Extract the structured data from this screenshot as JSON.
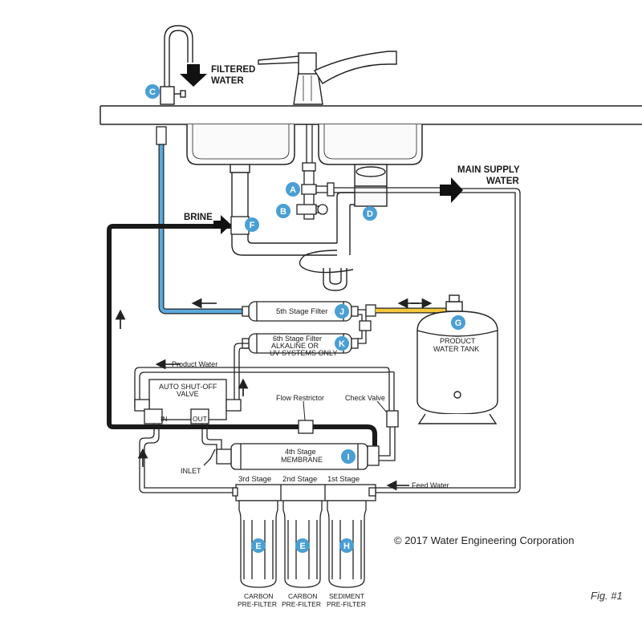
{
  "labels": {
    "filtered_water_1": "FILTERED",
    "filtered_water_2": "WATER",
    "main_supply_1": "MAIN SUPPLY",
    "main_supply_2": "WATER",
    "brine": "BRINE",
    "fifth_stage": "5th Stage Filter",
    "sixth_stage_1": "6th Stage Filter",
    "sixth_stage_2": "ALKALINE OR",
    "sixth_stage_3": "UV SYSTEMS ONLY",
    "product_tank_1": "PRODUCT",
    "product_tank_2": "WATER TANK",
    "product_water": "Product Water",
    "auto_shutoff_1": "AUTO SHUT-OFF",
    "auto_shutoff_2": "VALVE",
    "in": "IN",
    "out": "OUT",
    "flow_restrictor": "Flow Restrictor",
    "check_valve": "Check Valve",
    "membrane_1": "4th Stage",
    "membrane_2": "MEMBRANE",
    "inlet": "INLET",
    "stage3": "3rd Stage",
    "stage2": "2nd Stage",
    "stage1": "1st Stage",
    "feed_water": "Feed Water",
    "carbon1_1": "CARBON",
    "carbon1_2": "PRE-FILTER",
    "carbon2_1": "CARBON",
    "carbon2_2": "PRE-FILTER",
    "sediment_1": "SEDIMENT",
    "sediment_2": "PRE-FILTER"
  },
  "badges": {
    "a": "A",
    "b": "B",
    "c": "C",
    "d": "D",
    "e1": "E",
    "e2": "E",
    "f": "F",
    "g": "G",
    "h": "H",
    "i": "I",
    "j": "J",
    "k": "K"
  },
  "copyright": "© 2017 Water Engineering Corporation",
  "figure": "Fig. #1",
  "colors": {
    "badge": "#4a9fd4",
    "blue_tube": "#5aa9dd",
    "yellow_tube": "#f5c73a",
    "black_tube": "#1a1a1a",
    "line": "#222222"
  }
}
